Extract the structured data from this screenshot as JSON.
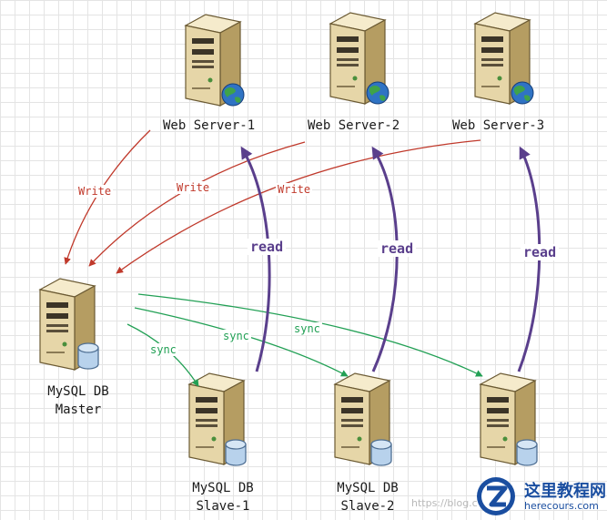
{
  "nodes": {
    "web1": {
      "line1": "Web Server-1"
    },
    "web2": {
      "line1": "Web Server-2"
    },
    "web3": {
      "line1": "Web Server-3"
    },
    "master": {
      "line1": "MySQL DB",
      "line2": "Master"
    },
    "slave1": {
      "line1": "MySQL DB",
      "line2": "Slave-1"
    },
    "slave2": {
      "line1": "MySQL DB",
      "line2": "Slave-2"
    },
    "slave3": {}
  },
  "edges": {
    "write": "Write",
    "sync": "sync",
    "read": "read"
  },
  "watermark": "https://blog.c",
  "badge": {
    "title": "这里教程网",
    "url": "herecours.com"
  },
  "colors": {
    "write": "#c0392b",
    "sync": "#22a055",
    "read": "#5a3f8c"
  }
}
